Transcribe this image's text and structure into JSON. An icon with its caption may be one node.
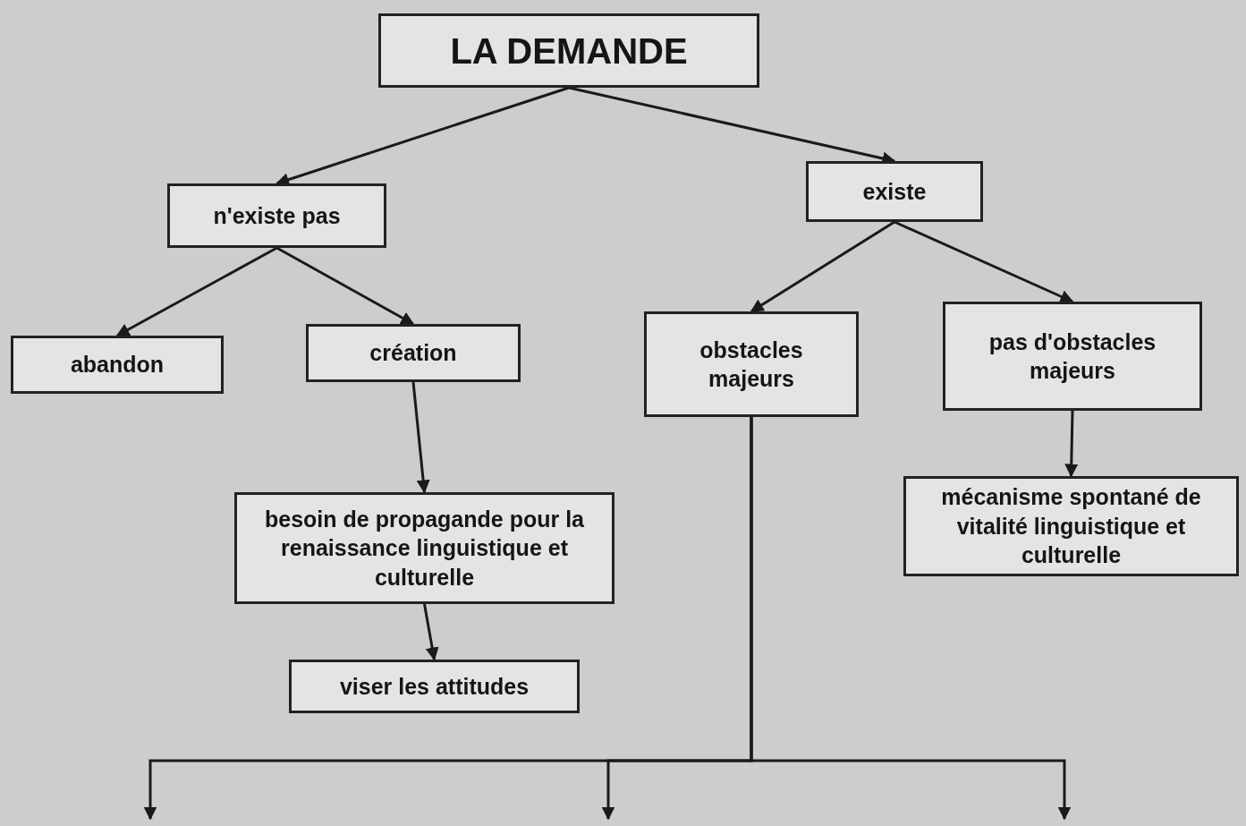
{
  "diagram": {
    "nodes": [
      {
        "text": [
          "LA DEMANDE"
        ]
      },
      {
        "text": [
          "n'existe pas"
        ]
      },
      {
        "text": [
          "existe"
        ]
      },
      {
        "text": [
          "abandon"
        ]
      },
      {
        "text": [
          "création"
        ]
      },
      {
        "text": [
          "obstacles majeurs"
        ]
      },
      {
        "text": [
          "pas d'obstacles majeurs"
        ]
      },
      {
        "text": [
          "besoin de propagande pour la renaissance linguistique et culturelle"
        ]
      },
      {
        "text": [
          "mécanisme spontané de vitalité linguistique et culturelle"
        ]
      },
      {
        "text": [
          "viser les attitudes"
        ]
      }
    ],
    "edges": [
      {
        "from": 0,
        "to": 1,
        "arrow": "to"
      },
      {
        "from": 0,
        "to": 2,
        "arrow": "to"
      },
      {
        "from": 1,
        "to": 3,
        "arrow": "to"
      },
      {
        "from": 1,
        "to": 4,
        "arrow": "to"
      },
      {
        "from": 2,
        "to": 5,
        "arrow": "to"
      },
      {
        "from": 2,
        "to": 6,
        "arrow": "to"
      },
      {
        "from": 4,
        "to": 7,
        "arrow": "to"
      },
      {
        "from": 6,
        "to": 8,
        "arrow": "to"
      },
      {
        "from": 7,
        "to": 9,
        "arrow": "to"
      },
      {
        "from": 5,
        "to": null,
        "arrow": "to"
      },
      {
        "from": 5,
        "to": null,
        "arrow": "to"
      },
      {
        "from": 5,
        "to": null,
        "arrow": "to"
      }
    ]
  }
}
